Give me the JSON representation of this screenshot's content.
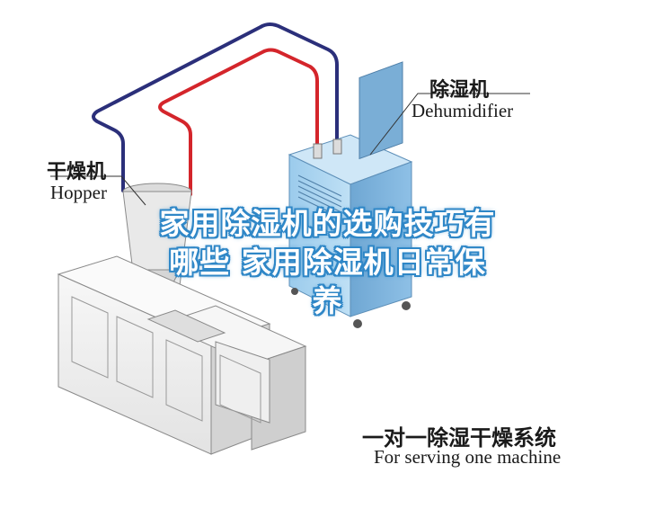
{
  "labels": {
    "dehumidifier_cn": "除湿机",
    "dehumidifier_en": "Dehumidifier",
    "hopper_cn": "干燥机",
    "hopper_en": "Hopper",
    "system_cn": "一对一除湿干燥系统",
    "system_en": "For serving one machine"
  },
  "banner": {
    "line1": "家用除湿机的选购技巧有",
    "line2": "哪些  家用除湿机日常保",
    "line3": "养"
  },
  "colors": {
    "pipe_blue": "#2b2f7a",
    "pipe_red": "#d4252b",
    "dehumidifier_body": "#a9d3ee",
    "dehumidifier_dark": "#5d8fb8",
    "machine_body": "#f2f2f2",
    "machine_shadow": "#c9c9c9",
    "banner_stroke": "#2f87c7"
  }
}
